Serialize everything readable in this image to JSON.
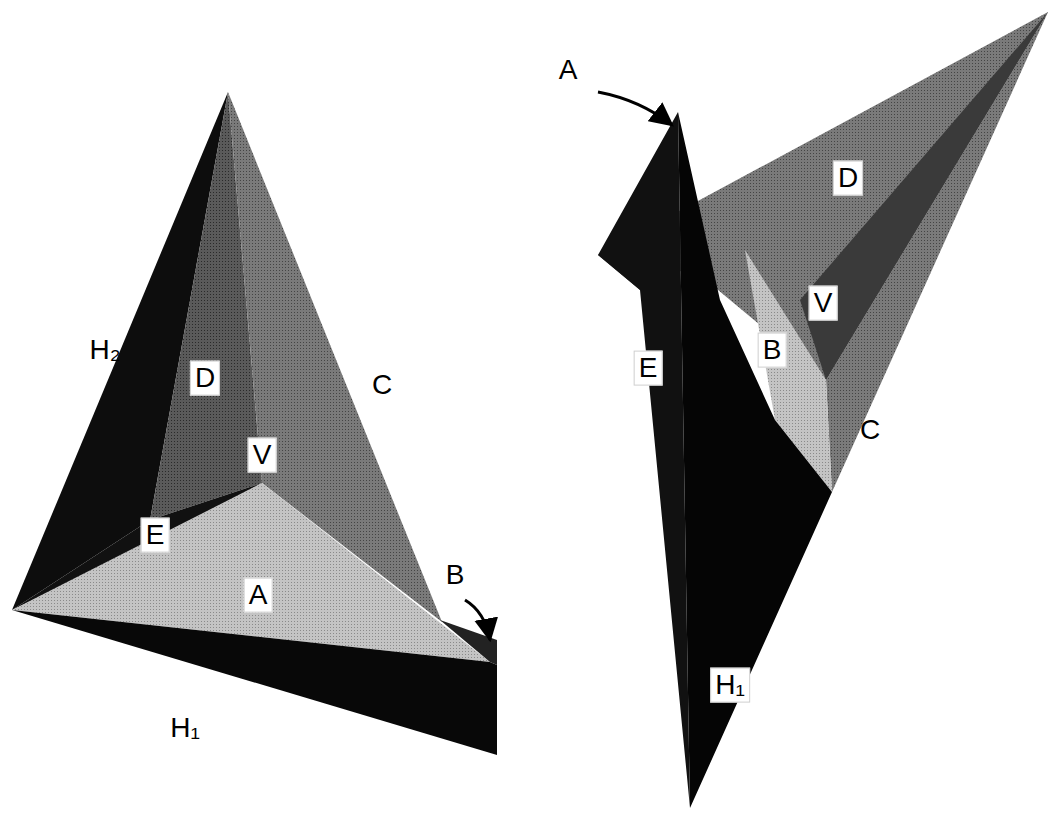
{
  "diagram": {
    "labels": [
      "H₂",
      "D",
      "C",
      "V",
      "E",
      "A",
      "B",
      "H₁",
      "A",
      "D",
      "E",
      "B",
      "V",
      "C",
      "H₁"
    ]
  }
}
